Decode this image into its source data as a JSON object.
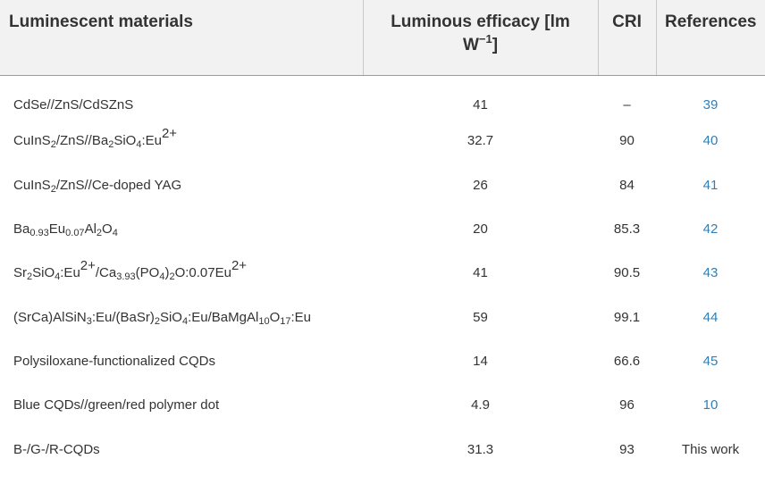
{
  "headers": {
    "materials": "Luminescent materials",
    "efficacy_line1": "Luminous efficacy [lm",
    "efficacy_unit_base": "W",
    "efficacy_unit_exp": "−1",
    "efficacy_close": "]",
    "cri": "CRI",
    "references": "References"
  },
  "rows": [
    {
      "material": [
        [
          "t",
          "CdSe//ZnS/CdSZnS"
        ]
      ],
      "efficacy": "41",
      "cri": "–",
      "reference": "39",
      "ref_link": true
    },
    {
      "material": [
        [
          "t",
          "CuInS"
        ],
        [
          "sub",
          "2"
        ],
        [
          "t",
          "/ZnS//Ba"
        ],
        [
          "sub",
          "2"
        ],
        [
          "t",
          "SiO"
        ],
        [
          "sub",
          "4"
        ],
        [
          "t",
          ":Eu"
        ],
        [
          "sup",
          "2+"
        ]
      ],
      "efficacy": "32.7",
      "cri": "90",
      "reference": "40",
      "ref_link": true
    },
    {
      "material": [
        [
          "t",
          "CuInS"
        ],
        [
          "sub",
          "2"
        ],
        [
          "t",
          "/ZnS//Ce-doped YAG"
        ]
      ],
      "efficacy": "26",
      "cri": "84",
      "reference": "41",
      "ref_link": true
    },
    {
      "material": [
        [
          "t",
          "Ba"
        ],
        [
          "sub",
          "0.93"
        ],
        [
          "t",
          "Eu"
        ],
        [
          "sub",
          "0.07"
        ],
        [
          "t",
          "Al"
        ],
        [
          "sub",
          "2"
        ],
        [
          "t",
          "O"
        ],
        [
          "sub",
          "4"
        ]
      ],
      "efficacy": "20",
      "cri": "85.3",
      "reference": "42",
      "ref_link": true
    },
    {
      "material": [
        [
          "t",
          "Sr"
        ],
        [
          "sub",
          "2"
        ],
        [
          "t",
          "SiO"
        ],
        [
          "sub",
          "4"
        ],
        [
          "t",
          ":Eu"
        ],
        [
          "sup",
          "2+"
        ],
        [
          "t",
          "/Ca"
        ],
        [
          "sub",
          "3.93"
        ],
        [
          "t",
          "(PO"
        ],
        [
          "sub",
          "4"
        ],
        [
          "t",
          ")"
        ],
        [
          "sub",
          "2"
        ],
        [
          "t",
          "O:0.07Eu"
        ],
        [
          "sup",
          "2+"
        ]
      ],
      "efficacy": "41",
      "cri": "90.5",
      "reference": "43",
      "ref_link": true
    },
    {
      "material": [
        [
          "t",
          "(SrCa)AlSiN"
        ],
        [
          "sub",
          "3"
        ],
        [
          "t",
          ":Eu/(BaSr)"
        ],
        [
          "sub",
          "2"
        ],
        [
          "t",
          "SiO"
        ],
        [
          "sub",
          "4"
        ],
        [
          "t",
          ":Eu/BaMgAl"
        ],
        [
          "sub",
          "10"
        ],
        [
          "t",
          "O"
        ],
        [
          "sub",
          "17"
        ],
        [
          "t",
          ":Eu"
        ]
      ],
      "efficacy": "59",
      "cri": "99.1",
      "reference": "44",
      "ref_link": true
    },
    {
      "material": [
        [
          "t",
          "Polysiloxane-functionalized CQDs"
        ]
      ],
      "efficacy": "14",
      "cri": "66.6",
      "reference": "45",
      "ref_link": true
    },
    {
      "material": [
        [
          "t",
          "Blue CQDs//green/red polymer dot"
        ]
      ],
      "efficacy": "4.9",
      "cri": "96",
      "reference": "10",
      "ref_link": true
    },
    {
      "material": [
        [
          "t",
          "B-/G-/R-CQDs"
        ]
      ],
      "efficacy": "31.3",
      "cri": "93",
      "reference": "This work",
      "ref_link": false
    }
  ],
  "colors": {
    "header_bg": "#f2f2f2",
    "text": "#333333",
    "link": "#2f7fb8"
  }
}
